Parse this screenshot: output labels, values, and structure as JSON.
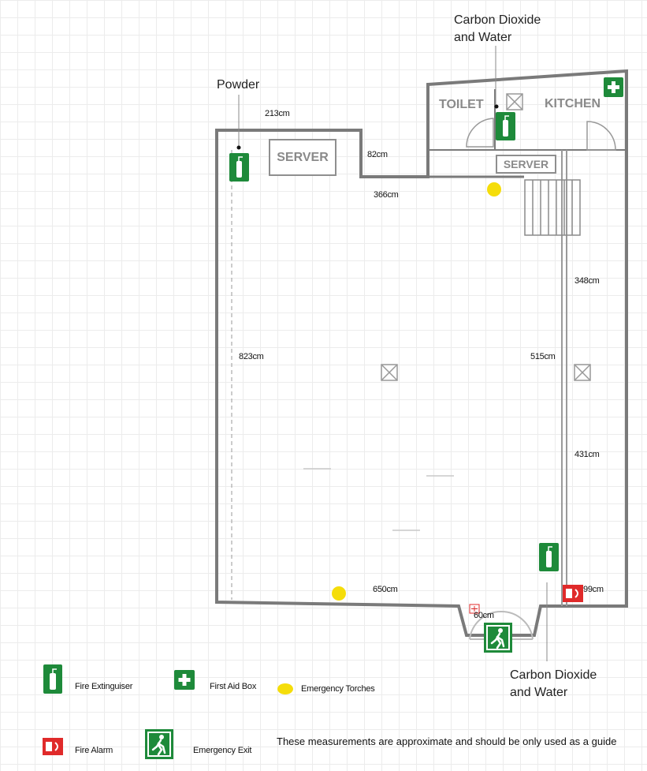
{
  "callouts": {
    "powder": "Powder",
    "co2_top": [
      "Carbon Dioxide",
      "and Water"
    ],
    "co2_bottom": [
      "Carbon Dioxide",
      "and Water"
    ]
  },
  "rooms": {
    "toilet": "TOILET",
    "kitchen": "KITCHEN",
    "server_main": "SERVER",
    "server_small": "SERVER"
  },
  "dimensions": {
    "d213": "213cm",
    "d82": "82cm",
    "d366": "366cm",
    "d823": "823cm",
    "d515": "515cm",
    "d348": "348cm",
    "d431": "431cm",
    "d650": "650cm",
    "d60": "60cm",
    "d99": "99cm"
  },
  "legend": {
    "fire_extinguisher": "Fire Extinguiser",
    "first_aid": "First Aid Box",
    "torches": "Emergency Torches",
    "fire_alarm": "Fire Alarm",
    "exit": "Emergency Exit"
  },
  "note": "These measurements are approximate and should be only used as a guide",
  "colors": {
    "wall": "#7a7a7a",
    "safety_green": "#1e8a3a",
    "alarm_red": "#e02a2a",
    "torch_yellow": "#f5dd0a"
  }
}
